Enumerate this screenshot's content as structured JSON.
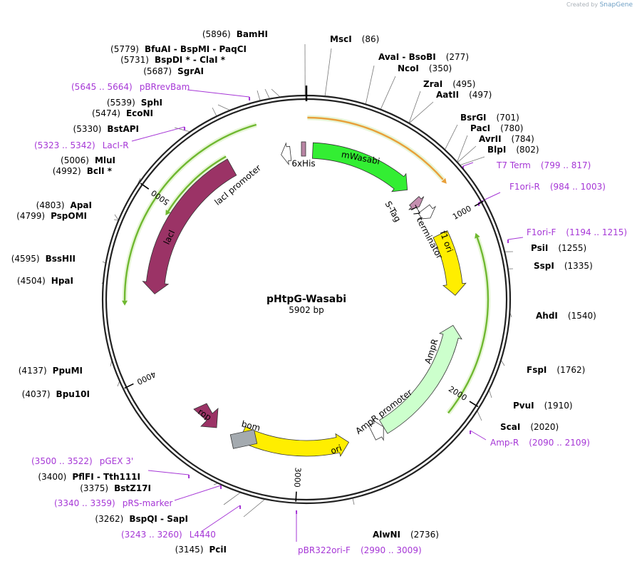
{
  "brand": {
    "created_by": "Created by",
    "app": "SnapGene"
  },
  "plasmid": {
    "name": "pHtpG-Wasabi",
    "size_label": "5902 bp",
    "length": 5902
  },
  "ticks": [
    {
      "pos": 1000,
      "label": "1000"
    },
    {
      "pos": 2000,
      "label": "2000"
    },
    {
      "pos": 3000,
      "label": "3000"
    },
    {
      "pos": 4000,
      "label": "4000"
    },
    {
      "pos": 5000,
      "label": "5000"
    }
  ],
  "enzyme_sites": [
    {
      "pos": 5896,
      "name": "BamHI"
    },
    {
      "pos": 86,
      "name": "MscI"
    },
    {
      "pos": 277,
      "name": "AvaI - BsoBI"
    },
    {
      "pos": 350,
      "name": "NcoI"
    },
    {
      "pos": 495,
      "name": "ZraI"
    },
    {
      "pos": 497,
      "name": "AatII"
    },
    {
      "pos": 701,
      "name": "BsrGI"
    },
    {
      "pos": 780,
      "name": "PacI"
    },
    {
      "pos": 784,
      "name": "AvrII"
    },
    {
      "pos": 802,
      "name": "BlpI"
    },
    {
      "pos": 1255,
      "name": "PsiI"
    },
    {
      "pos": 1335,
      "name": "SspI"
    },
    {
      "pos": 1540,
      "name": "AhdI"
    },
    {
      "pos": 1762,
      "name": "FspI"
    },
    {
      "pos": 1910,
      "name": "PvuI"
    },
    {
      "pos": 2020,
      "name": "ScaI"
    },
    {
      "pos": 2736,
      "name": "AlwNI"
    },
    {
      "pos": 3145,
      "name": "PciI"
    },
    {
      "pos": 3262,
      "name": "BspQI - SapI"
    },
    {
      "pos": 3375,
      "name": "BstZ17I"
    },
    {
      "pos": 3400,
      "name": "PflFI - Tth111I"
    },
    {
      "pos": 4037,
      "name": "Bpu10I"
    },
    {
      "pos": 4137,
      "name": "PpuMI"
    },
    {
      "pos": 4504,
      "name": "HpaI"
    },
    {
      "pos": 4595,
      "name": "BssHII"
    },
    {
      "pos": 4799,
      "name": "PspOMI"
    },
    {
      "pos": 4803,
      "name": "ApaI"
    },
    {
      "pos": 4992,
      "name": "BclI *"
    },
    {
      "pos": 5006,
      "name": "MluI"
    },
    {
      "pos": 5330,
      "name": "BstAPI"
    },
    {
      "pos": 5474,
      "name": "EcoNI"
    },
    {
      "pos": 5539,
      "name": "SphI"
    },
    {
      "pos": 5687,
      "name": "SgrAI"
    },
    {
      "pos": 5731,
      "name": "BspDI * - ClaI *"
    },
    {
      "pos": 5779,
      "name": "BfuAI - BspMI - PaqCI"
    }
  ],
  "primers": [
    {
      "range": "5645 .. 5664",
      "name": "pBRrevBam"
    },
    {
      "range": "5323 .. 5342",
      "name": "LacI-R"
    },
    {
      "range": "799 .. 817",
      "name": "T7 Term"
    },
    {
      "range": "984 .. 1003",
      "name": "F1ori-R"
    },
    {
      "range": "1194 .. 1215",
      "name": "F1ori-F"
    },
    {
      "range": "2090 .. 2109",
      "name": "Amp-R"
    },
    {
      "range": "2990 .. 3009",
      "name": "pBR322ori-F"
    },
    {
      "range": "3243 .. 3260",
      "name": "L4440"
    },
    {
      "range": "3340 .. 3359",
      "name": "pRS-marker"
    },
    {
      "range": "3500 .. 3522",
      "name": "pGEX 3'"
    }
  ],
  "features": [
    {
      "name": "6xHis",
      "color": "#b985a4"
    },
    {
      "name": "mWasabi",
      "color": "#33ee33"
    },
    {
      "name": "S-Tag",
      "color": "#c58fb0"
    },
    {
      "name": "T7 terminator",
      "color": "#ffffff"
    },
    {
      "name": "f1 ori",
      "color": "#ffee00"
    },
    {
      "name": "AmpR",
      "color": "#ccffcc"
    },
    {
      "name": "AmpR promoter",
      "color": "#ffffff"
    },
    {
      "name": "ori",
      "color": "#ffee00"
    },
    {
      "name": "bom",
      "color": "#a4aaaf"
    },
    {
      "name": "rop",
      "color": "#9b3366"
    },
    {
      "name": "lacI",
      "color": "#9b3366"
    },
    {
      "name": "lacI promoter",
      "color": "#ffffff"
    }
  ],
  "colors": {
    "primer": "#a637d6",
    "orf_arc": "#6fb830",
    "orf_arc_orange": "#e8a03a",
    "backbone": "#222222"
  }
}
